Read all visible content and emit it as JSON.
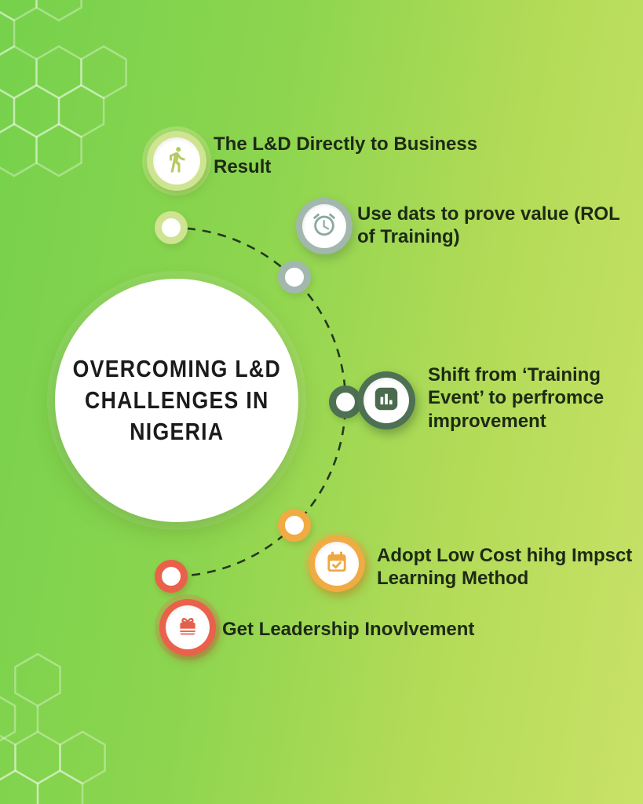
{
  "title": {
    "lines": [
      "OVERCOMING L&D",
      "CHALLENGES IN",
      "NIGERIA"
    ]
  },
  "items": [
    {
      "label": "The L&D Directly to Business Result",
      "icon": "walking-person-icon",
      "accent_color": "#cfe490",
      "glyph_color": "#b5cb63"
    },
    {
      "label": "Use dats to prove value (ROL of Training)",
      "icon": "alarm-clock-icon",
      "accent_color": "#a2b7ad",
      "glyph_color": "#8ba99c"
    },
    {
      "label": "Shift from ‘Training Event’ to perfromce improvement",
      "icon": "bar-chart-icon",
      "accent_color": "#4d7152",
      "glyph_color": "#4a6b4e"
    },
    {
      "label": "Adopt Low Cost hihg Impsct Learning Method",
      "icon": "calendar-check-icon",
      "accent_color": "#f0ab43",
      "glyph_color": "#eda843"
    },
    {
      "label": "Get Leadership Inovlvement",
      "icon": "gift-box-icon",
      "accent_color": "#e9614b",
      "glyph_color": "#e4604a"
    }
  ],
  "background": {
    "gradient_start": "#76d14c",
    "gradient_end": "#c9e268",
    "pattern": "hexagon-outlines",
    "connector_style": "dashed-arc",
    "connector_color": "#24391f"
  }
}
